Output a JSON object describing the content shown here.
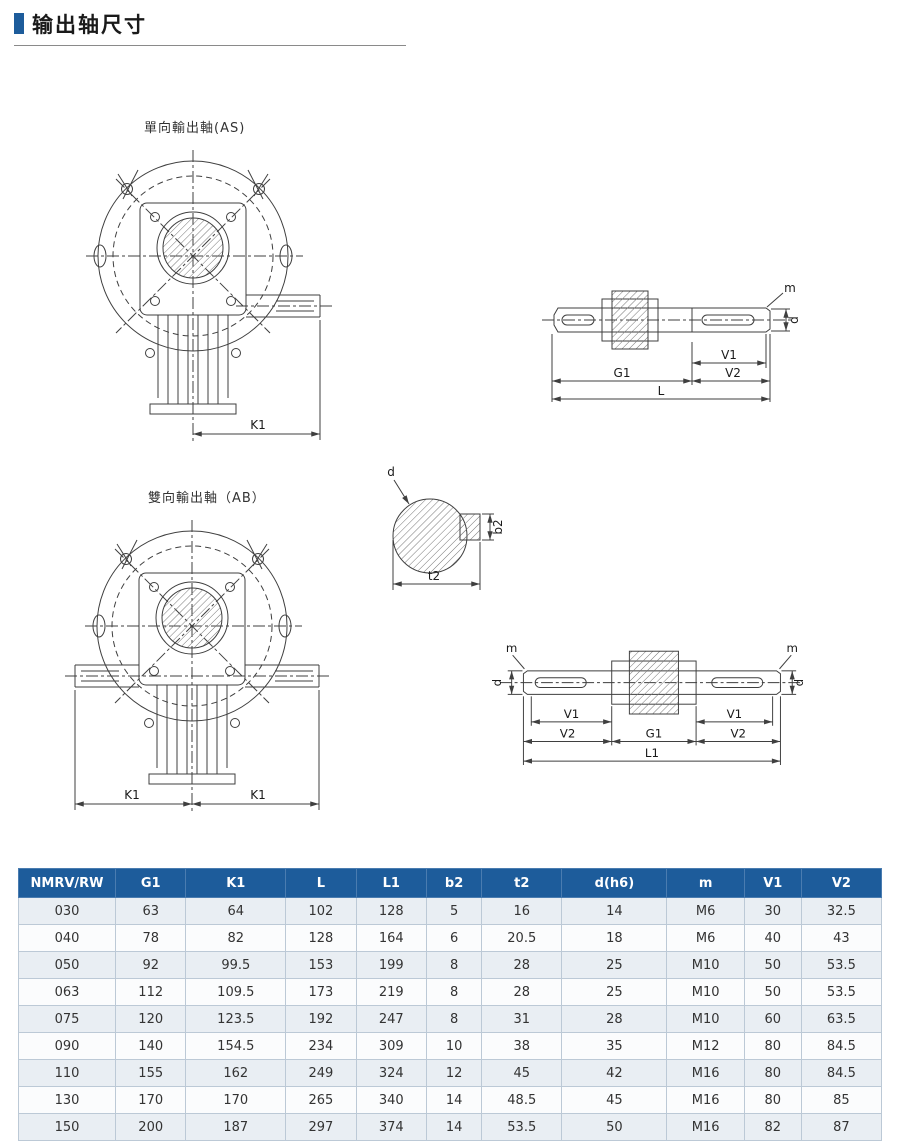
{
  "page": {
    "title": "输出轴尺寸"
  },
  "drawings": {
    "single_front_label": "單向輸出軸(AS)",
    "double_front_label": "雙向輸出軸（AB）"
  },
  "dims": {
    "k1": "K1",
    "g1": "G1",
    "l": "L",
    "l1": "L1",
    "v1": "V1",
    "v2": "V2",
    "m": "m",
    "d": "d",
    "b2": "b2",
    "t2": "t2"
  },
  "colors": {
    "accent_blue": "#1d5c9b",
    "table_header_bg": "#1d5c9b",
    "table_header_text": "#ffffff",
    "table_row_alt": "#e9eef3",
    "table_border": "#bcc9d6",
    "drawing_line": "#3f3f3f"
  },
  "table": {
    "headers": [
      "NMRV/RW",
      "G1",
      "K1",
      "L",
      "L1",
      "b2",
      "t2",
      "d(h6)",
      "m",
      "V1",
      "V2"
    ],
    "rows": [
      [
        "030",
        "63",
        "64",
        "102",
        "128",
        "5",
        "16",
        "14",
        "M6",
        "30",
        "32.5"
      ],
      [
        "040",
        "78",
        "82",
        "128",
        "164",
        "6",
        "20.5",
        "18",
        "M6",
        "40",
        "43"
      ],
      [
        "050",
        "92",
        "99.5",
        "153",
        "199",
        "8",
        "28",
        "25",
        "M10",
        "50",
        "53.5"
      ],
      [
        "063",
        "112",
        "109.5",
        "173",
        "219",
        "8",
        "28",
        "25",
        "M10",
        "50",
        "53.5"
      ],
      [
        "075",
        "120",
        "123.5",
        "192",
        "247",
        "8",
        "31",
        "28",
        "M10",
        "60",
        "63.5"
      ],
      [
        "090",
        "140",
        "154.5",
        "234",
        "309",
        "10",
        "38",
        "35",
        "M12",
        "80",
        "84.5"
      ],
      [
        "110",
        "155",
        "162",
        "249",
        "324",
        "12",
        "45",
        "42",
        "M16",
        "80",
        "84.5"
      ],
      [
        "130",
        "170",
        "170",
        "265",
        "340",
        "14",
        "48.5",
        "45",
        "M16",
        "80",
        "85"
      ],
      [
        "150",
        "200",
        "187",
        "297",
        "374",
        "14",
        "53.5",
        "50",
        "M16",
        "82",
        "87"
      ]
    ]
  }
}
